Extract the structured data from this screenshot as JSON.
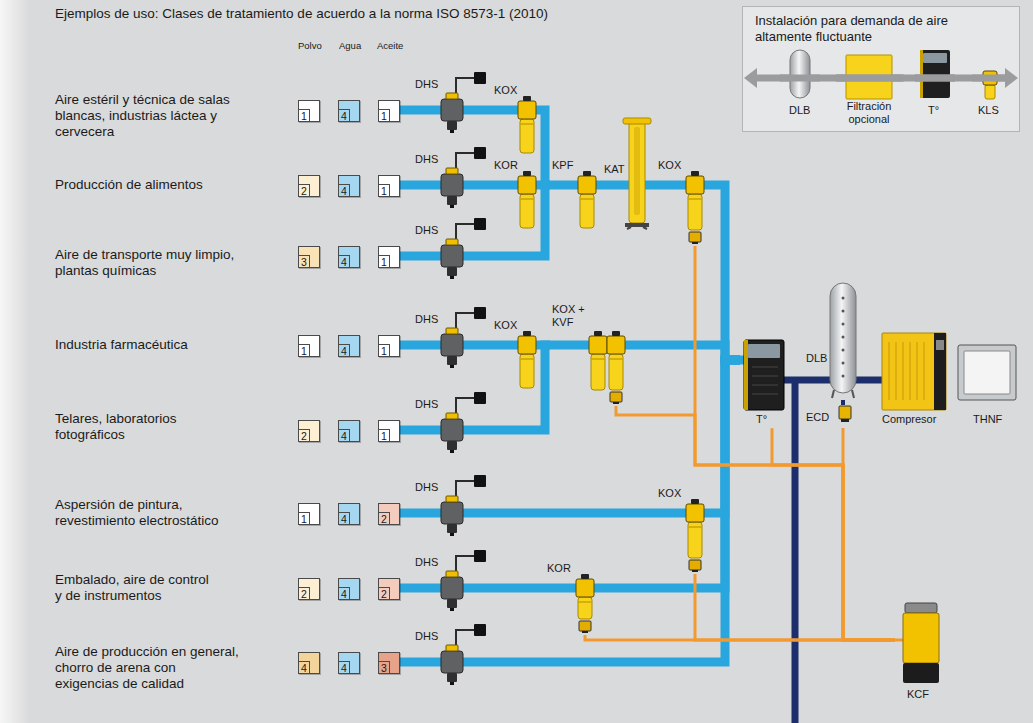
{
  "diagram": {
    "title": "Ejemplos de uso: Clases de tratamiento de acuerdo a la norma ISO 8573-1 (2010)",
    "nodes": [
      {
        "text": [
          "1"
        ]
      },
      {
        "text": [
          "4"
        ]
      },
      {
        "text": [
          "1"
        ]
      },
      {
        "text": [
          "2"
        ]
      },
      {
        "text": [
          "4"
        ]
      },
      {
        "text": [
          "1"
        ]
      },
      {
        "text": [
          "3"
        ]
      },
      {
        "text": [
          "4"
        ]
      },
      {
        "text": [
          "1"
        ]
      },
      {
        "text": [
          "1"
        ]
      },
      {
        "text": [
          "4"
        ]
      },
      {
        "text": [
          "1"
        ]
      },
      {
        "text": [
          "2"
        ]
      },
      {
        "text": [
          "4"
        ]
      },
      {
        "text": [
          "1"
        ]
      },
      {
        "text": [
          "1"
        ]
      },
      {
        "text": [
          "4"
        ]
      },
      {
        "text": [
          "2"
        ]
      },
      {
        "text": [
          "2"
        ]
      },
      {
        "text": [
          "4"
        ]
      },
      {
        "text": [
          "2"
        ]
      },
      {
        "text": [
          "4"
        ]
      },
      {
        "text": [
          "4"
        ]
      },
      {
        "text": [
          "3"
        ]
      },
      {
        "text": [
          "DHS"
        ]
      },
      {
        "text": [
          "KOX"
        ]
      },
      {
        "text": [
          "DHS"
        ]
      },
      {
        "text": [
          "KOR"
        ]
      },
      {
        "text": [
          "KPF"
        ]
      },
      {
        "text": [
          "KAT"
        ]
      },
      {
        "text": [
          "KOX"
        ]
      },
      {
        "text": [
          "DHS"
        ]
      },
      {
        "text": [
          "DHS"
        ]
      },
      {
        "text": [
          "KOX"
        ]
      },
      {
        "text": [
          "KOX + KVF"
        ]
      },
      {
        "text": [
          "DHS"
        ]
      },
      {
        "text": [
          "DHS"
        ]
      },
      {
        "text": [
          "KOX"
        ]
      },
      {
        "text": [
          "DHS"
        ]
      },
      {
        "text": [
          "KOR"
        ]
      },
      {
        "text": [
          "DHS"
        ]
      },
      {
        "text": [
          "T°"
        ]
      },
      {
        "text": [
          "DLB"
        ]
      },
      {
        "text": [
          "ECD"
        ]
      },
      {
        "text": [
          "Compresor"
        ]
      },
      {
        "text": [
          "THNF"
        ]
      },
      {
        "text": [
          "KCF"
        ]
      },
      {
        "text": [
          "Instalación para demanda de aire altamente fluctuante"
        ]
      },
      {
        "text": [
          "DLB"
        ],
        "in": 47
      },
      {
        "text": [
          "Filtración opcional"
        ],
        "in": 47
      },
      {
        "text": [
          "T°"
        ],
        "in": 47
      },
      {
        "text": [
          "KLS"
        ],
        "in": 47
      }
    ],
    "edges": [
      {
        "from": 24,
        "to": 2,
        "arrow": "none"
      },
      {
        "from": 26,
        "to": 5,
        "arrow": "none"
      },
      {
        "from": 31,
        "to": 8,
        "arrow": "none"
      },
      {
        "from": 32,
        "to": 11,
        "arrow": "none"
      },
      {
        "from": 35,
        "to": 14,
        "arrow": "none"
      },
      {
        "from": 36,
        "to": 17,
        "arrow": "none"
      },
      {
        "from": 38,
        "to": 20,
        "arrow": "none"
      },
      {
        "from": 40,
        "to": 23,
        "arrow": "none"
      },
      {
        "from": 25,
        "to": 24,
        "arrow": "none"
      },
      {
        "from": 27,
        "to": 26,
        "arrow": "none"
      },
      {
        "from": 28,
        "to": 27,
        "arrow": "none"
      },
      {
        "from": 28,
        "to": 25,
        "arrow": "none"
      },
      {
        "from": 28,
        "to": 31,
        "arrow": "none"
      },
      {
        "from": 29,
        "to": 28,
        "arrow": "none"
      },
      {
        "from": 30,
        "to": 29,
        "arrow": "none"
      },
      {
        "from": 41,
        "to": 30,
        "arrow": "none"
      },
      {
        "from": 33,
        "to": 32,
        "arrow": "none"
      },
      {
        "from": 34,
        "to": 33,
        "arrow": "none"
      },
      {
        "from": 34,
        "to": 35,
        "arrow": "none"
      },
      {
        "from": 41,
        "to": 34,
        "arrow": "none"
      },
      {
        "from": 37,
        "to": 36,
        "arrow": "none"
      },
      {
        "from": 41,
        "to": 37,
        "arrow": "none"
      },
      {
        "from": 39,
        "to": 38,
        "arrow": "none"
      },
      {
        "from": 41,
        "to": 39,
        "arrow": "none"
      },
      {
        "from": 41,
        "to": 40,
        "arrow": "none"
      },
      {
        "from": 42,
        "to": 41,
        "arrow": "none"
      },
      {
        "from": 44,
        "to": 42,
        "arrow": "none"
      },
      {
        "from": 42,
        "to": 43,
        "arrow": "none"
      },
      {
        "from": 30,
        "to": 46,
        "arrow": "none"
      },
      {
        "from": 34,
        "to": 46,
        "arrow": "none"
      },
      {
        "from": 37,
        "to": 46,
        "arrow": "none"
      },
      {
        "from": 39,
        "to": 46,
        "arrow": "none"
      },
      {
        "from": 41,
        "to": 46,
        "arrow": "none"
      },
      {
        "from": 43,
        "to": 46,
        "arrow": "none"
      },
      {
        "from": 48,
        "to": 49,
        "arrow": "none"
      },
      {
        "from": 49,
        "to": 50,
        "arrow": "none"
      },
      {
        "from": 50,
        "to": 51,
        "arrow": "none"
      }
    ],
    "labels": [
      "Polvo",
      "Agua",
      "Aceite",
      "Aire estéril y técnica de salas blancas, industrias láctea y cervecera",
      "Producción de alimentos",
      "Aire de transporte muy limpio, plantas químicas",
      "Industria farmacéutica",
      "Telares, laboratorios fotográficos",
      "Aspersión de pintura, revestimiento electrostático",
      "Embalado, aire de control y de instrumentos",
      "Aire de producción en general, chorro de arena con exigencias de calidad"
    ]
  }
}
